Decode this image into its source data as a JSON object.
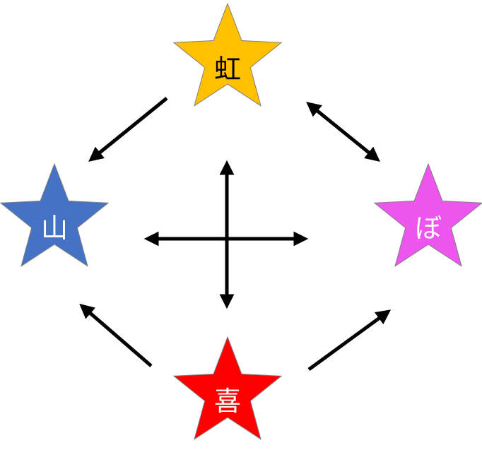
{
  "nodes": {
    "top": {
      "label": "虹",
      "color": "#FFC000",
      "text_color": "#000000"
    },
    "left": {
      "label": "山",
      "color": "#4472C4",
      "text_color": "#FFFFFF"
    },
    "right": {
      "label": "ぼ",
      "color": "#EE55EE",
      "text_color": "#FFFFFF"
    },
    "bottom": {
      "label": "喜",
      "color": "#FF0000",
      "text_color": "#FFFFFF"
    }
  },
  "edges": [
    {
      "from": "top",
      "to": "left",
      "direction": "forward"
    },
    {
      "from": "top",
      "to": "right",
      "direction": "both"
    },
    {
      "from": "bottom",
      "to": "left",
      "direction": "forward"
    },
    {
      "from": "bottom",
      "to": "right",
      "direction": "forward"
    },
    {
      "from": "center",
      "to": "all-sides",
      "direction": "cross"
    }
  ],
  "colors": {
    "arrow": "#000000",
    "star_outline": "#7F7F7F"
  }
}
